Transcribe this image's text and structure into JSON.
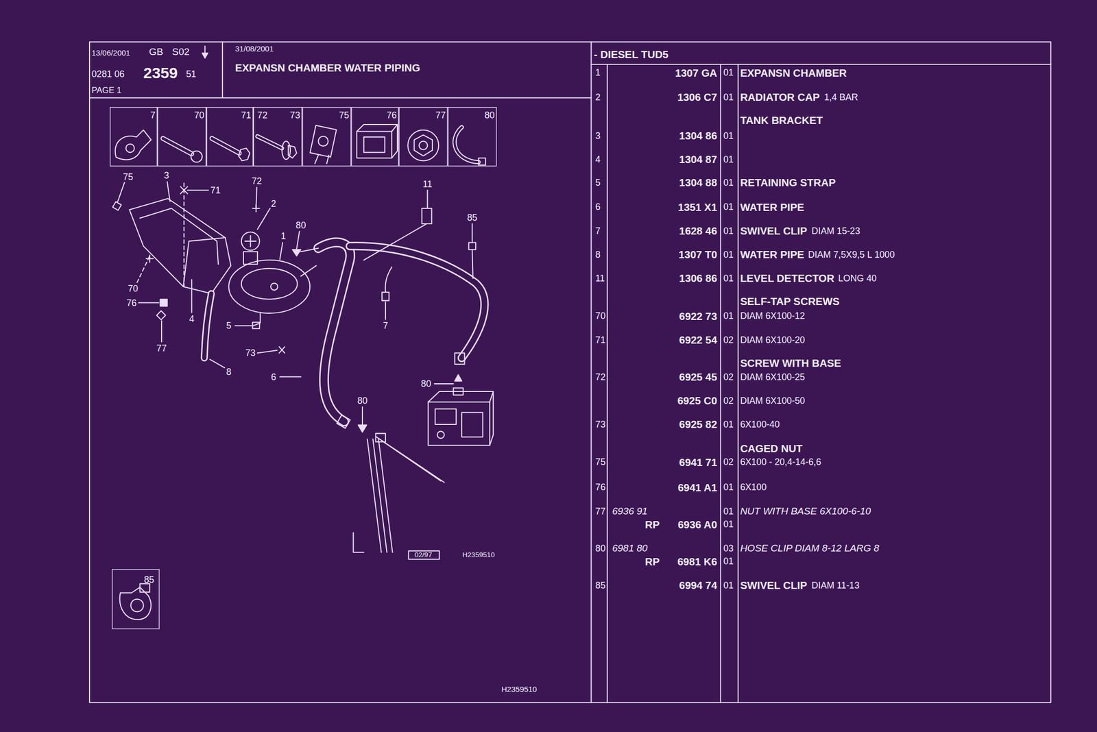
{
  "diagram": {
    "nodes": [
      {
        "text": [
          "13/06/2001",
          "GB",
          "S02",
          "0281 06",
          "2359",
          "51",
          "PAGE 1"
        ]
      },
      {
        "text": [
          "31/08/2001",
          "EXPANSN CHAMBER WATER PIPING"
        ]
      },
      {
        "text": [
          "- DIESEL TUD5"
        ]
      },
      {
        "text": [
          "7"
        ]
      },
      {
        "text": [
          "70"
        ]
      },
      {
        "text": [
          "71"
        ]
      },
      {
        "text": [
          "72",
          "73"
        ]
      },
      {
        "text": [
          "75"
        ]
      },
      {
        "text": [
          "76"
        ]
      },
      {
        "text": [
          "77"
        ]
      },
      {
        "text": [
          "80"
        ]
      },
      {
        "text": [
          "85"
        ]
      }
    ],
    "labels": [
      "75",
      "3",
      "71",
      "72",
      "2",
      "11",
      "85",
      "80",
      "1",
      "70",
      "76",
      "4",
      "5",
      "7",
      "77",
      "73",
      "8",
      "6",
      "80",
      "80",
      "02/97",
      "H2359510",
      "H2359510",
      "1",
      "1307 GA",
      "01",
      "EXPANSN CHAMBER",
      "2",
      "1306 C7",
      "01",
      "RADIATOR CAP",
      "1,4 BAR",
      "TANK BRACKET",
      "3",
      "1304 86",
      "01",
      "4",
      "1304 87",
      "01",
      "5",
      "1304 88",
      "01",
      "RETAINING STRAP",
      "6",
      "1351 X1",
      "01",
      "WATER PIPE",
      "7",
      "1628 46",
      "01",
      "SWIVEL CLIP",
      "DIAM 15-23",
      "8",
      "1307 T0",
      "01",
      "WATER PIPE",
      "DIAM 7,5X9,5 L 1000",
      "11",
      "1306 86",
      "01",
      "LEVEL DETECTOR",
      "LONG 40",
      "SELF-TAP SCREWS",
      "70",
      "6922 73",
      "01",
      "DIAM 6X100-12",
      "71",
      "6922 54",
      "02",
      "DIAM 6X100-20",
      "SCREW WITH BASE",
      "72",
      "6925 45",
      "02",
      "DIAM 6X100-25",
      "6925 C0",
      "02",
      "DIAM 6X100-50",
      "73",
      "6925 82",
      "01",
      "6X100-40",
      "CAGED NUT",
      "75",
      "6941 71",
      "02",
      "6X100 - 20,4-14-6,6",
      "76",
      "6941 A1",
      "01",
      "6X100",
      "77",
      "6936 91",
      "01",
      "NUT WITH BASE 6X100-6-10",
      "RP",
      "6936 A0",
      "01",
      "80",
      "6981 80",
      "03",
      "HOSE CLIP DIAM 8-12 LARG 8",
      "RP",
      "6981 K6",
      "01",
      "85",
      "6994 74",
      "01",
      "SWIVEL CLIP",
      "DIAM 11-13"
    ]
  }
}
